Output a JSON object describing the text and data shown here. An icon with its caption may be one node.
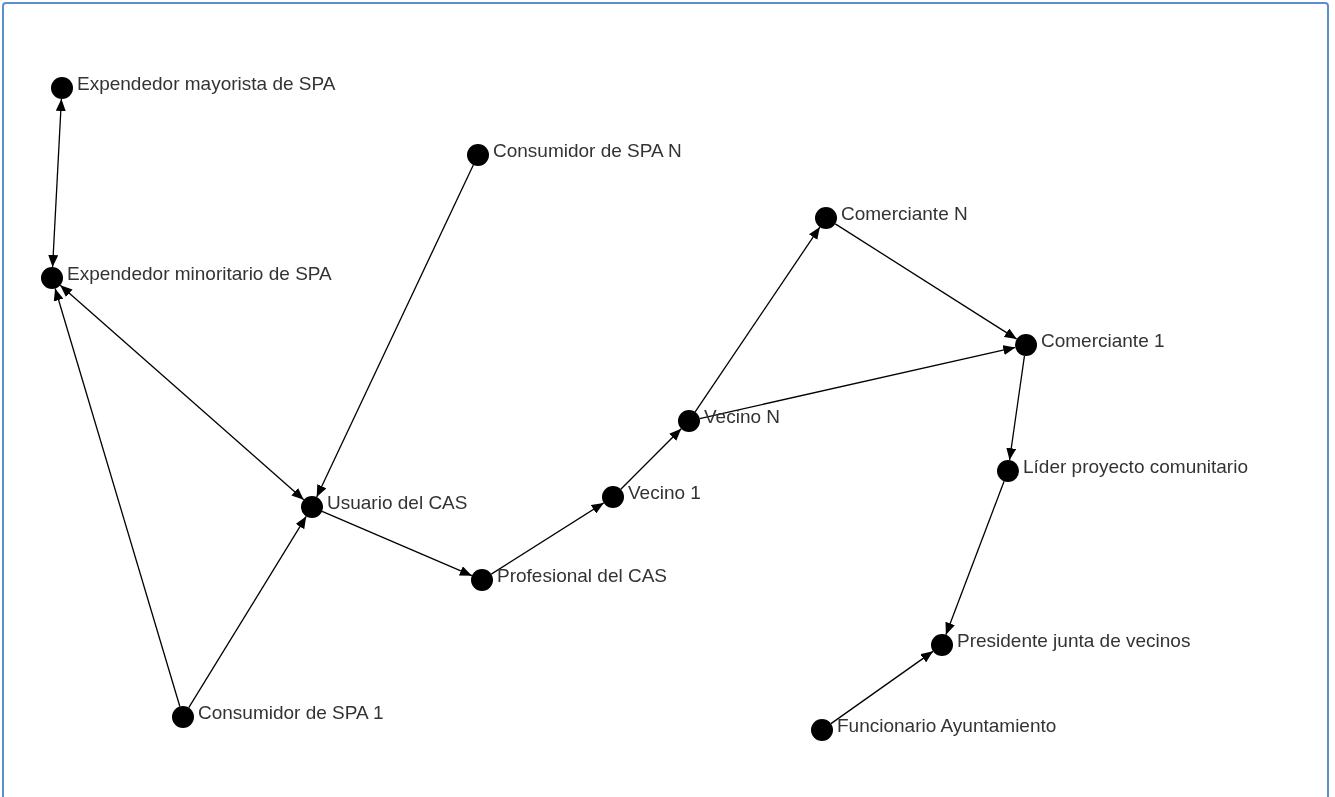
{
  "diagram": {
    "nodes": [
      {
        "text": [],
        "shape": "circle",
        "beside": [
          "Expendedor mayorista de SPA"
        ]
      },
      {
        "text": [],
        "shape": "circle",
        "beside": [
          "Consumidor de SPA N"
        ]
      },
      {
        "text": [],
        "shape": "circle",
        "beside": [
          "Comerciante N"
        ]
      },
      {
        "text": [],
        "shape": "circle",
        "beside": [
          "Expendedor minoritario de SPA"
        ]
      },
      {
        "text": [],
        "shape": "circle",
        "beside": [
          "Comerciante 1"
        ]
      },
      {
        "text": [],
        "shape": "circle",
        "beside": [
          "Vecino N"
        ]
      },
      {
        "text": [],
        "shape": "circle",
        "beside": [
          "Líder proyecto comunitario"
        ]
      },
      {
        "text": [],
        "shape": "circle",
        "beside": [
          "Vecino 1"
        ]
      },
      {
        "text": [],
        "shape": "circle",
        "beside": [
          "Usuario del CAS"
        ]
      },
      {
        "text": [],
        "shape": "circle",
        "beside": [
          "Profesional del CAS"
        ]
      },
      {
        "text": [],
        "shape": "circle",
        "beside": [
          "Presidente junta de vecinos"
        ]
      },
      {
        "text": [],
        "shape": "circle",
        "beside": [
          "Consumidor de SPA 1"
        ]
      },
      {
        "text": [],
        "shape": "circle",
        "beside": [
          "Funcionario Ayuntamiento"
        ]
      }
    ],
    "edges": [
      {
        "from": 0,
        "to": 3,
        "arrow": "both"
      },
      {
        "from": 3,
        "to": 8,
        "arrow": "both"
      },
      {
        "from": 11,
        "to": 3,
        "arrow": "to"
      },
      {
        "from": 11,
        "to": 8,
        "arrow": "to"
      },
      {
        "from": 1,
        "to": 8,
        "arrow": "to"
      },
      {
        "from": 8,
        "to": 9,
        "arrow": "to"
      },
      {
        "from": 9,
        "to": 7,
        "arrow": "to"
      },
      {
        "from": 7,
        "to": 5,
        "arrow": "to"
      },
      {
        "from": 5,
        "to": 2,
        "arrow": "to"
      },
      {
        "from": 5,
        "to": 4,
        "arrow": "to"
      },
      {
        "from": 2,
        "to": 4,
        "arrow": "to"
      },
      {
        "from": 4,
        "to": 6,
        "arrow": "to"
      },
      {
        "from": 6,
        "to": 10,
        "arrow": "to"
      },
      {
        "from": 12,
        "to": 10,
        "arrow": "to"
      }
    ]
  }
}
